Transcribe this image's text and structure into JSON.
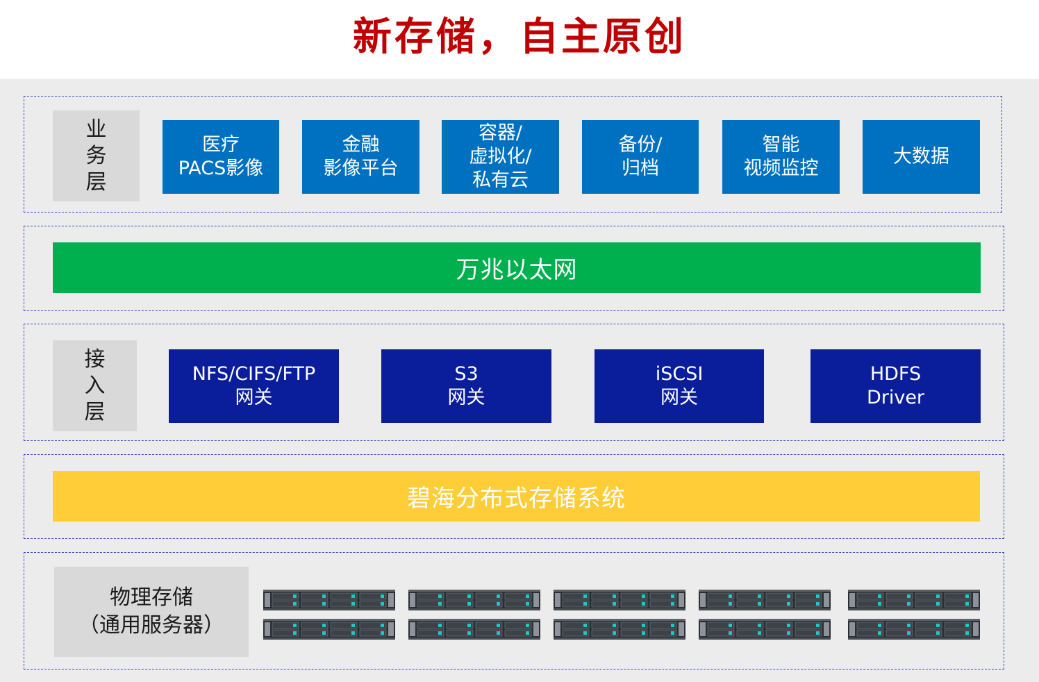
{
  "title": "新存储，自主原创",
  "business_layer": {
    "label": "业务层",
    "items": [
      "医疗\nPACS影像",
      "金融\n影像平台",
      "容器/\n虚拟化/\n私有云",
      "备份/\n归档",
      "智能\n视频监控",
      "大数据"
    ]
  },
  "network": {
    "label": "万兆以太网"
  },
  "access_layer": {
    "label": "接入层",
    "items": [
      "NFS/CIFS/FTP\n网关",
      "S3\n网关",
      "iSCSI\n网关",
      "HDFS\nDriver"
    ]
  },
  "storage_system": {
    "label": "碧海分布式存储系统"
  },
  "physical": {
    "label": "物理存储\n（通用服务器）",
    "server_icon": "rack-server-icon"
  },
  "colors": {
    "title": "#c00000",
    "business_box": "#0070c0",
    "access_box": "#0a1e9b",
    "network_bar": "#00b04f",
    "storage_bar": "#ffcd37",
    "frame_border": "#3b49b8"
  }
}
